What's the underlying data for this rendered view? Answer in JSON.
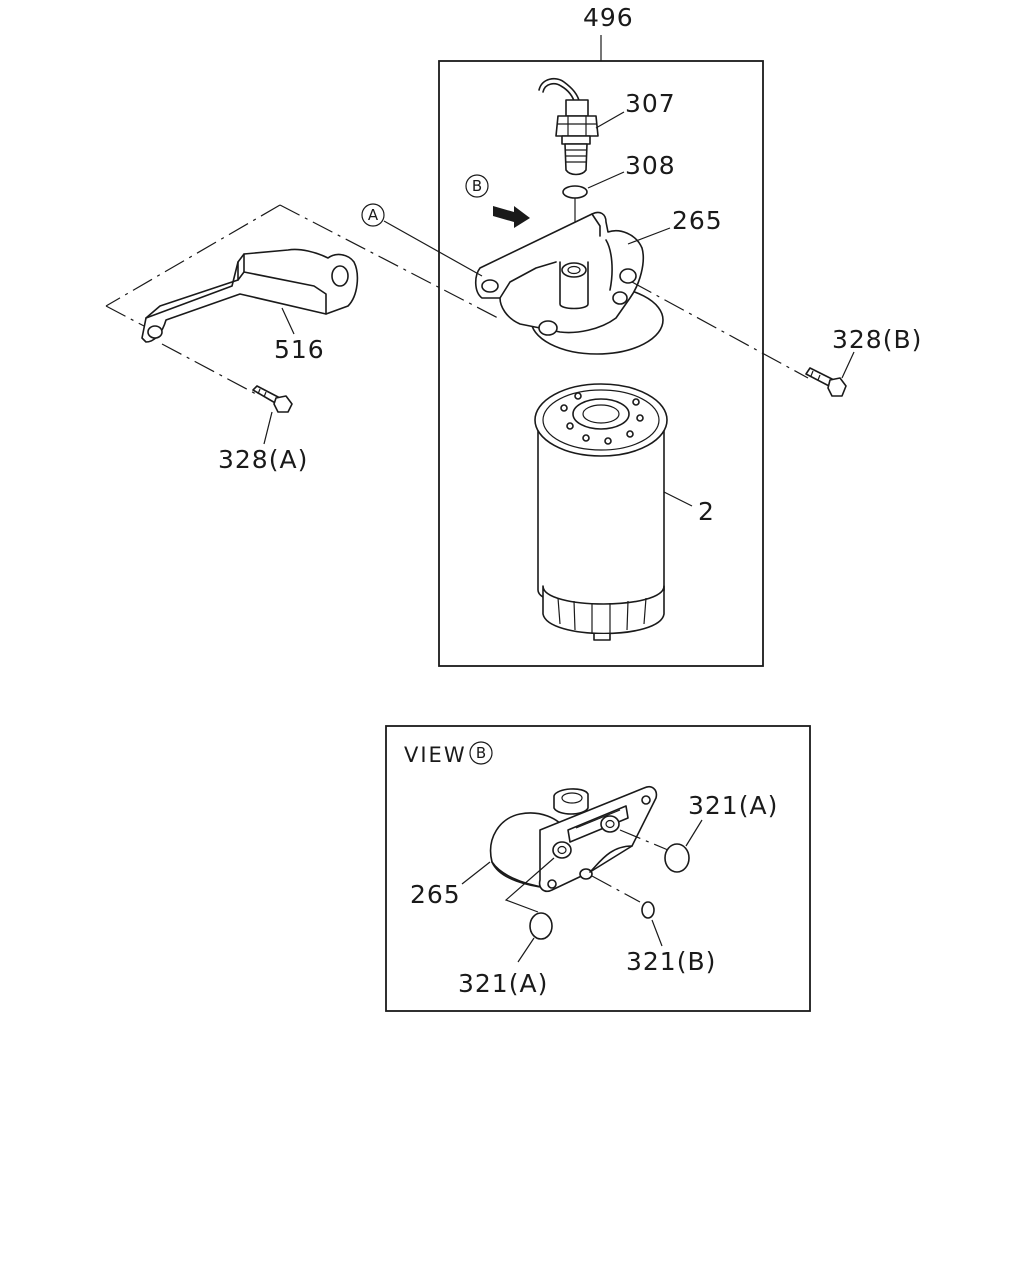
{
  "labels": {
    "assembly": "496",
    "sensor": "307",
    "sensor_oring": "308",
    "head": "265",
    "bolt_b": "328(B)",
    "bracket": "516",
    "bolt_a": "328(A)",
    "filter": "2"
  },
  "markers": {
    "a": "A",
    "b": "B"
  },
  "view": {
    "title": "VIEW",
    "marker": "B",
    "head": "265",
    "oring_a_top": "321(A)",
    "oring_a_bottom": "321(A)",
    "oring_b": "321(B)"
  }
}
